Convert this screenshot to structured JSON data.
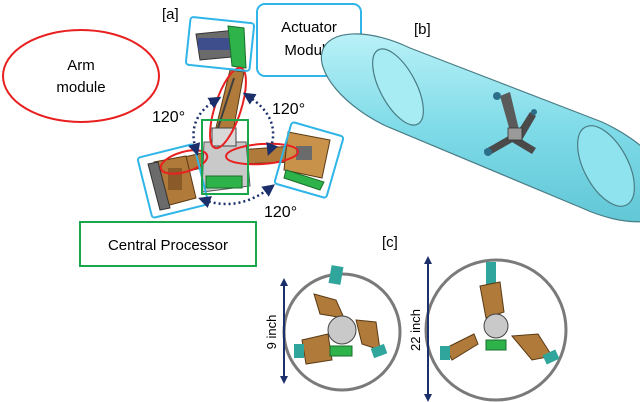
{
  "panels": {
    "a": "[a]",
    "b": "[b]",
    "c": "[c]"
  },
  "labels": {
    "arm_module_line1": "Arm",
    "arm_module_line2": "module",
    "actuator_line1": "Actuator",
    "actuator_line2": "Module",
    "central_processor": "Central Processor",
    "angle_left": "120°",
    "angle_right": "120°",
    "angle_bottom": "120°",
    "dim_small": "9 inch",
    "dim_large": "22 inch"
  },
  "colors": {
    "arm_module_outline": "#e82020",
    "actuator_outline": "#2fb5e8",
    "central_processor_outline": "#1aa64a",
    "pipe_fill": "#8fe3ee",
    "dimension_arrow": "#1b2f6b",
    "ring": "#7a7a7a",
    "arm_brown": "#b07a3a",
    "arm_teal": "#2fa59c",
    "green_module": "#2db34a"
  }
}
